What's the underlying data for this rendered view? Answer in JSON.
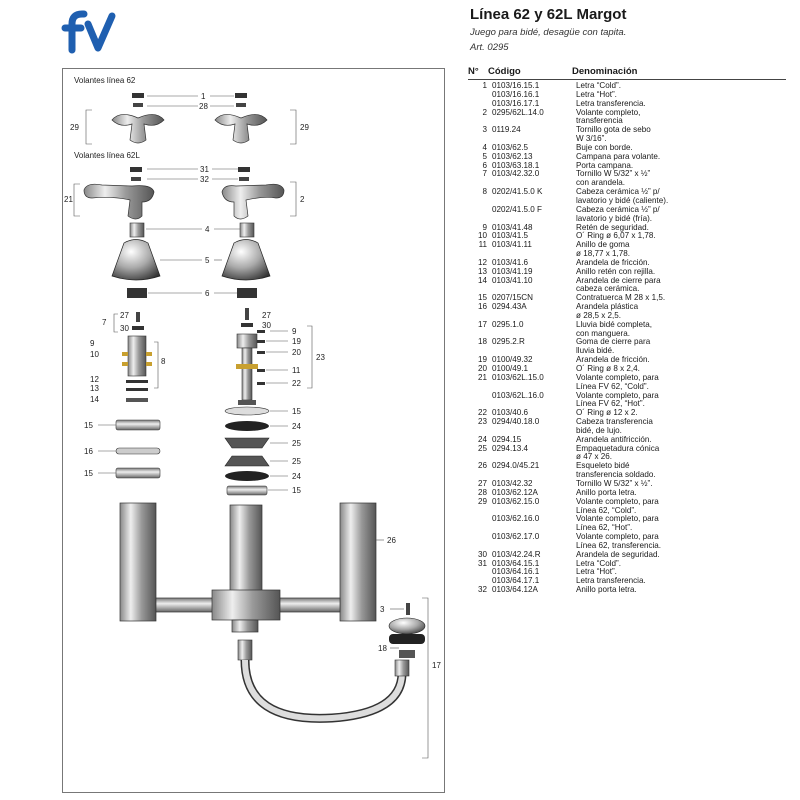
{
  "header": {
    "title": "Línea 62 y 62L Margot",
    "subtitle": "Juego para bidé, desagüe con tapita.",
    "article": "Art. 0295"
  },
  "brand": {
    "logo": "fv",
    "color": "#1f5fb0"
  },
  "diagram": {
    "label_volantes_62": "Volantes línea 62",
    "label_volantes_62L": "Volantes línea 62L",
    "callouts": [
      "1",
      "28",
      "29",
      "29",
      "31",
      "32",
      "21",
      "2",
      "4",
      "5",
      "6",
      "7",
      "27",
      "30",
      "27",
      "30",
      "9",
      "19",
      "20",
      "11",
      "22",
      "10",
      "12",
      "13",
      "14",
      "8",
      "23",
      "9",
      "15",
      "24",
      "25",
      "25",
      "24",
      "15",
      "15",
      "16",
      "15",
      "26",
      "3",
      "18",
      "17"
    ]
  },
  "table": {
    "headers": {
      "n": "N°",
      "code": "Código",
      "name": "Denominación"
    },
    "rows": [
      {
        "n": "1",
        "code": "0103/16.15.1",
        "name": "Letra “Cold”."
      },
      {
        "n": "",
        "code": "0103/16.16.1",
        "name": "Letra “Hot”."
      },
      {
        "n": "",
        "code": "0103/16.17.1",
        "name": "Letra transferencia."
      },
      {
        "n": "2",
        "code": "0295/62L.14.0",
        "name": "Volante completo,"
      },
      {
        "n": "",
        "code": "",
        "name": "transferencia"
      },
      {
        "n": "3",
        "code": "0119.24",
        "name": "Tornillo gota de sebo"
      },
      {
        "n": "",
        "code": "",
        "name": "W 3/16”."
      },
      {
        "n": "4",
        "code": "0103/62.5",
        "name": "Buje con borde."
      },
      {
        "n": "5",
        "code": "0103/62.13",
        "name": "Campana para volante."
      },
      {
        "n": "6",
        "code": "0103/63.18.1",
        "name": "Porta campana."
      },
      {
        "n": "7",
        "code": "0103/42.32.0",
        "name": "Tornillo W 5/32” x ½”"
      },
      {
        "n": "",
        "code": "",
        "name": "con arandela."
      },
      {
        "n": "8",
        "code": "0202/41.5.0 K",
        "name": "Cabeza cerámica ½” p/"
      },
      {
        "n": "",
        "code": "",
        "name": "lavatorio y bidé (caliente)."
      },
      {
        "n": "",
        "code": "0202/41.5.0 F",
        "name": "Cabeza cerámica ½” p/"
      },
      {
        "n": "",
        "code": "",
        "name": "lavatorio y bidé (fría)."
      },
      {
        "n": "9",
        "code": "0103/41.48",
        "name": "Retén de seguridad."
      },
      {
        "n": "10",
        "code": "0103/41.5",
        "name": "O´ Ring ø 6,07 x 1,78."
      },
      {
        "n": "11",
        "code": "0103/41.11",
        "name": "Anillo de goma"
      },
      {
        "n": "",
        "code": "",
        "name": "ø 18,77 x 1,78."
      },
      {
        "n": "12",
        "code": "0103/41.6",
        "name": "Arandela de fricción."
      },
      {
        "n": "13",
        "code": "0103/41.19",
        "name": "Anillo retén con rejilla."
      },
      {
        "n": "14",
        "code": "0103/41.10",
        "name": "Arandela de cierre para"
      },
      {
        "n": "",
        "code": "",
        "name": "cabeza cerámica."
      },
      {
        "n": "15",
        "code": "0207/15CN",
        "name": "Contratuerca M 28 x 1,5."
      },
      {
        "n": "16",
        "code": "0294.43A",
        "name": "Arandela plástica"
      },
      {
        "n": "",
        "code": "",
        "name": "ø 28,5 x 2,5."
      },
      {
        "n": "17",
        "code": "0295.1.0",
        "name": "Lluvia bidé completa,"
      },
      {
        "n": "",
        "code": "",
        "name": "con manguera."
      },
      {
        "n": "18",
        "code": "0295.2.R",
        "name": "Goma de cierre para"
      },
      {
        "n": "",
        "code": "",
        "name": "lluvia bidé."
      },
      {
        "n": "19",
        "code": "0100/49.32",
        "name": "Arandela de fricción."
      },
      {
        "n": "20",
        "code": "0100/49.1",
        "name": "O´ Ring ø 8 x 2,4."
      },
      {
        "n": "21",
        "code": "0103/62L.15.0",
        "name": "Volante completo, para"
      },
      {
        "n": "",
        "code": "",
        "name": "Línea FV 62, “Cold”."
      },
      {
        "n": "",
        "code": "0103/62L.16.0",
        "name": "Volante completo, para"
      },
      {
        "n": "",
        "code": "",
        "name": "Línea FV 62, “Hot”."
      },
      {
        "n": "22",
        "code": "0103/40.6",
        "name": "O´ Ring ø 12 x 2."
      },
      {
        "n": "23",
        "code": "0294/40.18.0",
        "name": "Cabeza transferencia"
      },
      {
        "n": "",
        "code": "",
        "name": "bidé, de lujo."
      },
      {
        "n": "24",
        "code": "0294.15",
        "name": "Arandela antifricción."
      },
      {
        "n": "25",
        "code": "0294.13.4",
        "name": "Empaquetadura cónica"
      },
      {
        "n": "",
        "code": "",
        "name": "ø 47 x 26."
      },
      {
        "n": "26",
        "code": "0294.0/45.21",
        "name": "Esqueleto bidé"
      },
      {
        "n": "",
        "code": "",
        "name": "transferencia soldado."
      },
      {
        "n": "27",
        "code": "0103/42.32",
        "name": "Tornillo W 5/32” x ½”."
      },
      {
        "n": "28",
        "code": "0103/62.12A",
        "name": "Anillo porta letra."
      },
      {
        "n": "29",
        "code": "0103/62.15.0",
        "name": "Volante completo, para"
      },
      {
        "n": "",
        "code": "",
        "name": "Línea 62, “Cold”."
      },
      {
        "n": "",
        "code": "0103/62.16.0",
        "name": "Volante completo, para"
      },
      {
        "n": "",
        "code": "",
        "name": "Línea 62, “Hot”."
      },
      {
        "n": "",
        "code": "0103/62.17.0",
        "name": "Volante completo, para"
      },
      {
        "n": "",
        "code": "",
        "name": "Línea 62, transferencia."
      },
      {
        "n": "30",
        "code": "0103/42.24.R",
        "name": "Arandela de seguridad."
      },
      {
        "n": "31",
        "code": "0103/64.15.1",
        "name": "Letra “Cold”."
      },
      {
        "n": "",
        "code": "0103/64.16.1",
        "name": "Letra “Hot”."
      },
      {
        "n": "",
        "code": "0103/64.17.1",
        "name": "Letra transferencia."
      },
      {
        "n": "32",
        "code": "0103/64.12A",
        "name": "Anillo porta letra."
      }
    ]
  }
}
